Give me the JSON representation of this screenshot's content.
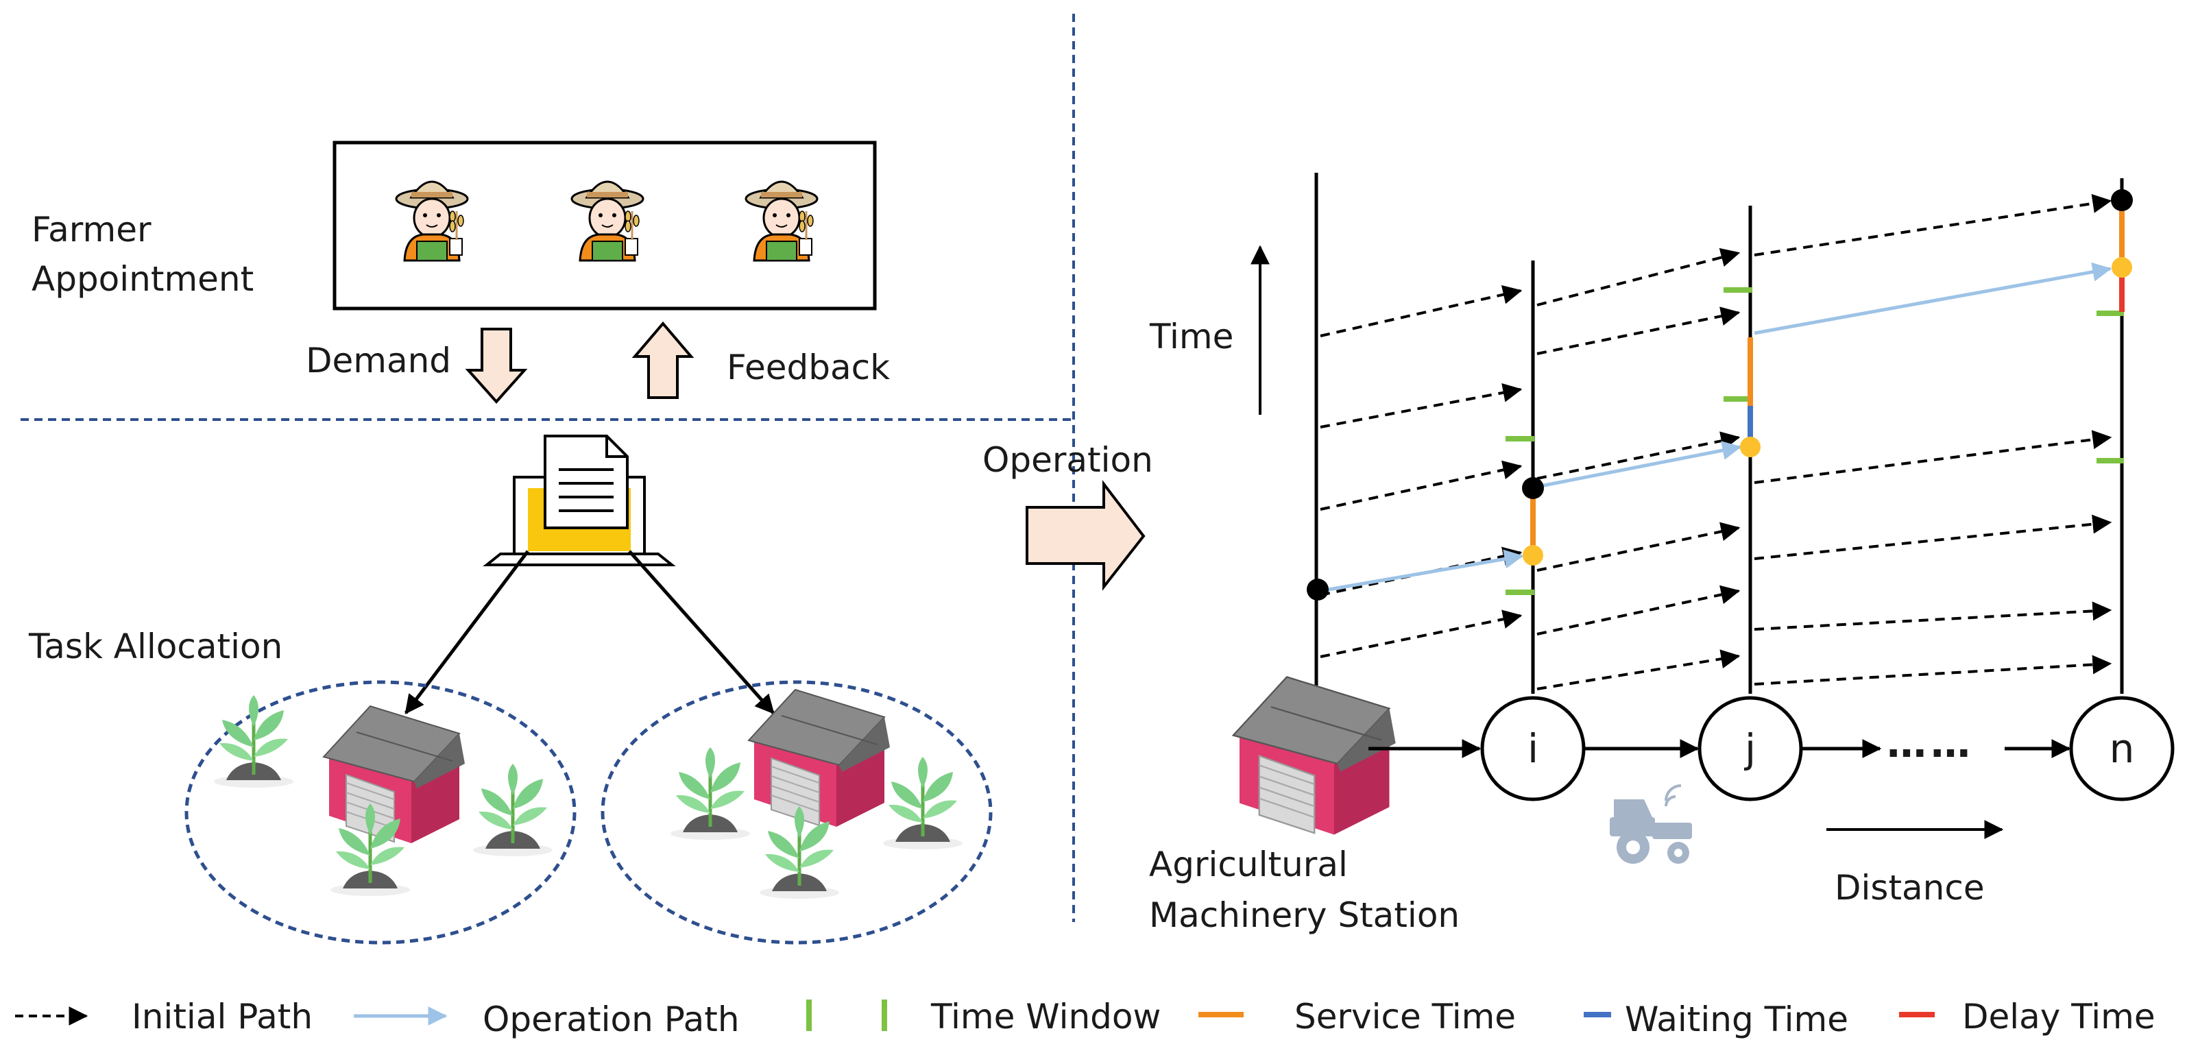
{
  "left_top": {
    "farmer_label_1": "Farmer",
    "farmer_label_2": "Appointment",
    "demand": "Demand",
    "feedback": "Feedback"
  },
  "left_bottom": {
    "task_allocation": "Task Allocation"
  },
  "operation_label": "Operation",
  "right": {
    "time_label": "Time",
    "station_label_1": "Agricultural",
    "station_label_2": "Machinery Station",
    "distance_label": "Distance",
    "nodes": [
      "i",
      "j",
      "n"
    ],
    "ellipsis": "……"
  },
  "legend": [
    {
      "label": "Initial Path",
      "symbol": "dashed-arrow",
      "color": "#000000"
    },
    {
      "label": "Operation Path",
      "symbol": "arrow",
      "color": "#9dc3e6"
    },
    {
      "label": "Time Window",
      "symbol": "bars",
      "color": "#7dc242"
    },
    {
      "label": "Service Time",
      "symbol": "line",
      "color": "#f28c1c"
    },
    {
      "label": "Waiting Time",
      "symbol": "line",
      "color": "#4472c4"
    },
    {
      "label": "Delay Time",
      "symbol": "line",
      "color": "#e8392b"
    }
  ],
  "colors": {
    "divider": "#2e4f8f",
    "arrow_fill": "#fbe5d6",
    "time_window": "#7dc242",
    "service": "#f28c1c",
    "waiting": "#4472c4",
    "delay": "#e8392b",
    "operation_path": "#9dc3e6",
    "marker_yellow": "#fcc02d",
    "barn_pink": "#e03a6e",
    "plant_green": "#7ccf86"
  }
}
